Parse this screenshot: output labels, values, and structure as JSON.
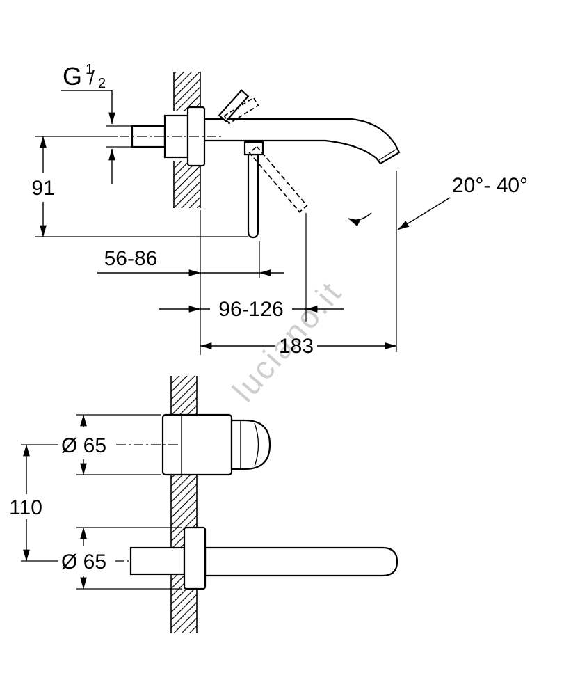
{
  "watermark": "luciano.it",
  "top_view": {
    "thread_g": "G",
    "thread_num": "1",
    "thread_slash": "/",
    "thread_den": "2",
    "dim_91": "91",
    "dim_56_86": "56-86",
    "dim_96_126": "96-126",
    "dim_183": "183",
    "angle": "20°- 40°"
  },
  "bottom_view": {
    "dia_top": "Ø 65",
    "dia_bottom": "Ø 65",
    "dim_110": "110"
  },
  "colors": {
    "line": "#000000",
    "background": "#ffffff",
    "watermark": "#c6c6c6"
  }
}
